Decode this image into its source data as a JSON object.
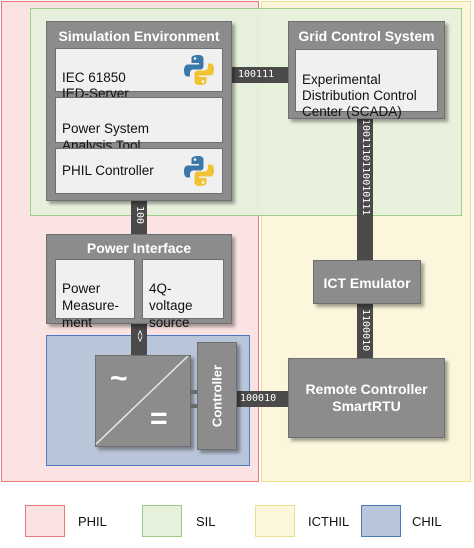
{
  "colors": {
    "phil": "#e87a7a",
    "phil_fill": "#fbe3e3",
    "sil": "#9ccc88",
    "sil_fill": "#e6f1dc",
    "ichil": "#eee08a",
    "ichil_fill": "#fbf6dc",
    "chil": "#4a7bbf",
    "chil_fill": "#b9c5d8"
  },
  "blocks": {
    "simulation": {
      "title": "Simulation Environment",
      "iec": "IEC 61850\nIED-Server",
      "psat": "Power System\nAnalysis Tool",
      "phil": "PHIL Controller"
    },
    "grid": {
      "title": "Grid Control System",
      "body": "Experimental\nDistribution Control\nCenter (SCADA)"
    },
    "power_interface": {
      "title": "Power Interface",
      "measurement": "Power\nMeasure-\nment",
      "voltage": "4Q-\nvoltage\nsource"
    },
    "ict": {
      "title": "ICT Emulator"
    },
    "remote": {
      "title": "Remote Controller\nSmartRTU"
    },
    "converter": {
      "ac_symbol": "~",
      "dc_symbol": "=",
      "controller": "Controller"
    }
  },
  "links": {
    "sim_grid": "100111",
    "sim_power": "100",
    "grid_ict": "1001110110010111",
    "ict_remote": "1100010",
    "power_converter": "<>",
    "controller_remote": "100010"
  },
  "icons": [
    "python-icon",
    "python-icon"
  ],
  "legend": [
    {
      "key": "phil",
      "label": "PHIL"
    },
    {
      "key": "sil",
      "label": "SIL"
    },
    {
      "key": "ichil",
      "label": "ICTHIL"
    },
    {
      "key": "chil",
      "label": "CHIL"
    }
  ]
}
